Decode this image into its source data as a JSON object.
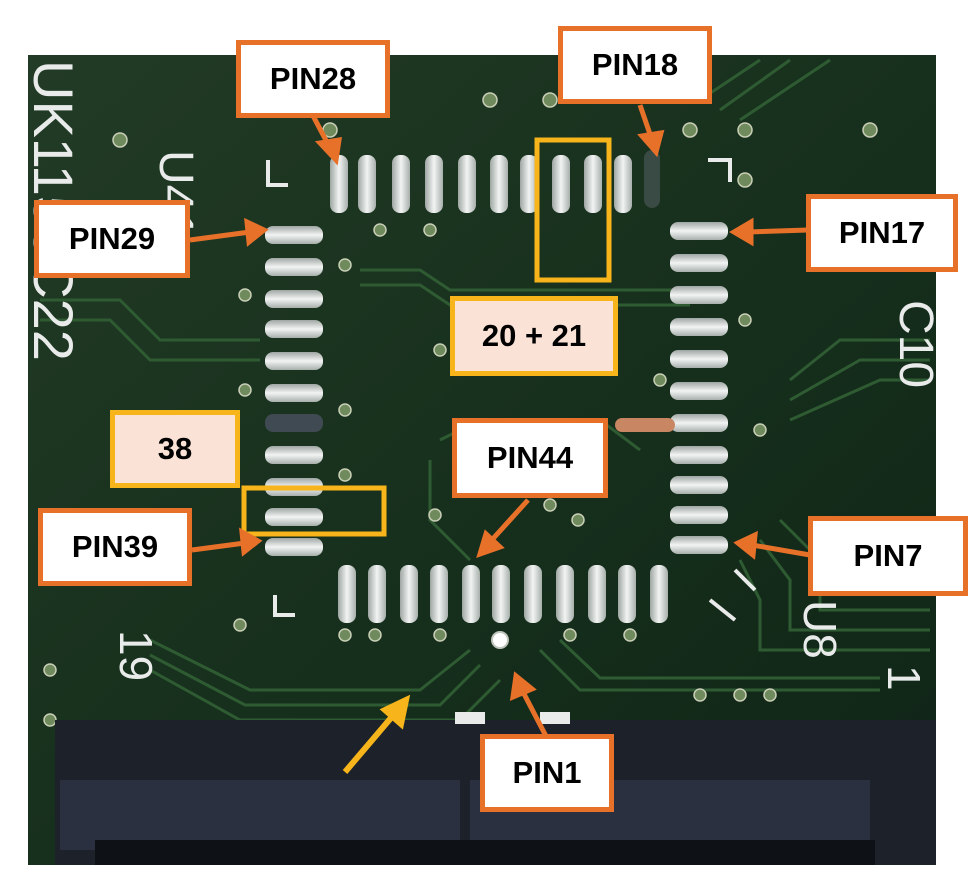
{
  "colors": {
    "board": "#18321f",
    "pad": "#e8ebea",
    "orange_accent": "#e8712a",
    "yellow_accent": "#f7b51b",
    "callout_fill_white": "#ffffff",
    "callout_fill_peach": "#fbe2d6",
    "connector": "#1d2129"
  },
  "silkscreen": {
    "left_vertical": "UK1155C22",
    "chip_ref": "U41",
    "right_ref_top": "C10",
    "right_ref_bottom": "U8",
    "bottom_left": "19",
    "bottom_right": "1"
  },
  "labels": {
    "pin28": "PIN28",
    "pin18": "PIN18",
    "pin29": "PIN29",
    "pin17": "PIN17",
    "pins_20_21": "20 + 21",
    "pin38": "38",
    "pin44": "PIN44",
    "pin39": "PIN39",
    "pin7": "PIN7",
    "pin1": "PIN1"
  }
}
